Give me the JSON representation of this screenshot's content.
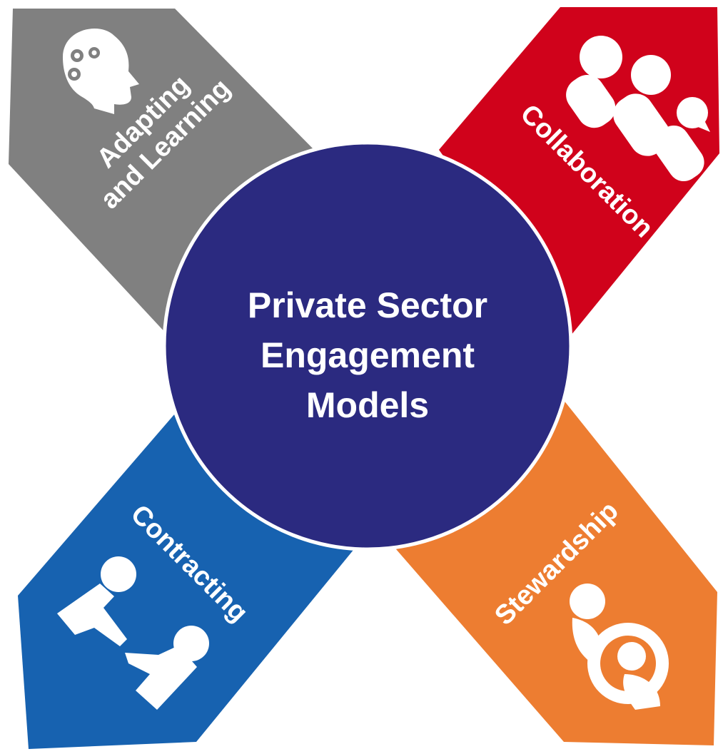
{
  "title": {
    "line1": "Private Sector",
    "line2": "Engagement",
    "line3": "Models"
  },
  "arms": {
    "adapting": {
      "line1": "Adapting",
      "line2": "and Learning",
      "icon": "head-gears-icon",
      "color": "#808080"
    },
    "collaboration": {
      "label": "Collaboration",
      "icon": "group-people-icon",
      "color": "#d0021b"
    },
    "contracting": {
      "label": "Contracting",
      "icon": "handshake-people-icon",
      "color": "#1762b0"
    },
    "stewardship": {
      "label": "Stewardship",
      "icon": "steward-people-icon",
      "color": "#ed7d31"
    }
  },
  "center_color": "#2b2a80"
}
